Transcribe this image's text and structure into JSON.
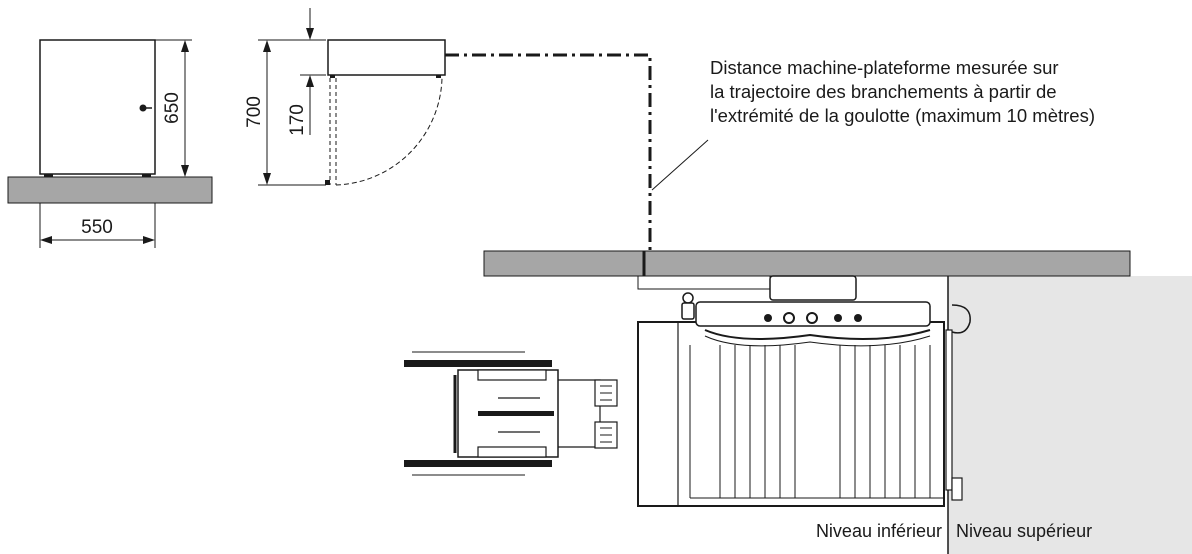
{
  "dimensions": {
    "cabinet_width": "550",
    "cabinet_height": "650",
    "total_height": "700",
    "lid_height": "170"
  },
  "annotation": {
    "line1": "Distance machine-plateforme mesurée sur",
    "line2": "la trajectoire des branchements à partir de",
    "line3": "l'extrémité de la goulotte (maximum 10 mètres)"
  },
  "levels": {
    "lower": "Niveau inférieur",
    "upper": "Niveau supérieur"
  },
  "colors": {
    "floor": "#a6a6a6",
    "upper_level_area": "#e6e6e6",
    "line": "#1a1a1a"
  }
}
